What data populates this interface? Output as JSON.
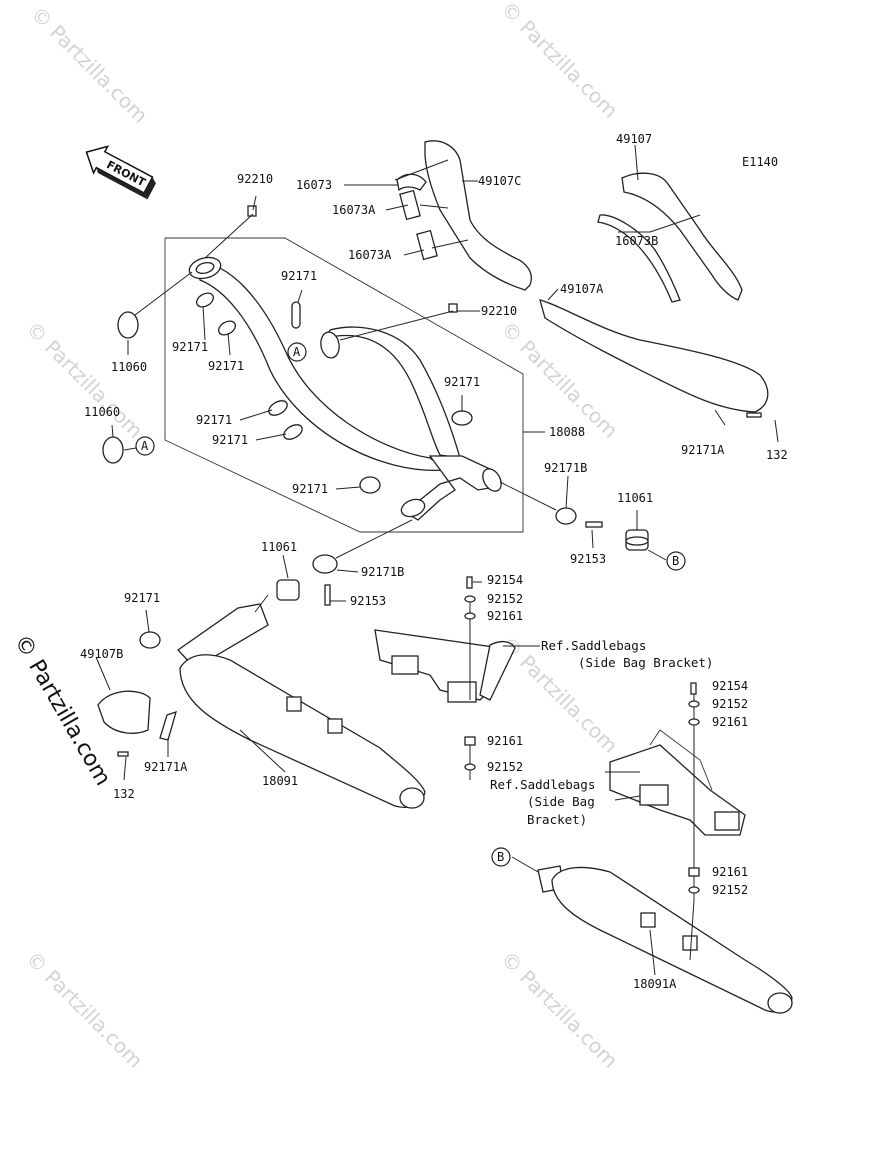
{
  "diagram": {
    "code": "E1140",
    "front_label": "FRONT",
    "watermark_text": "© Partzilla.com",
    "side_watermark": "© Partzilla.com",
    "callouts": {
      "A": "A",
      "B": "B"
    },
    "parts": {
      "p92210_top": "92210",
      "p16073": "16073",
      "p16073A_1": "16073A",
      "p16073A_2": "16073A",
      "p49107C": "49107C",
      "p49107": "49107",
      "p16073B": "16073B",
      "p49107A": "49107A",
      "p92210_mid": "92210",
      "p92171_a": "92171",
      "p92171_b": "92171",
      "p92171_c": "92171",
      "p92171_d": "92171",
      "p92171_e": "92171",
      "p92171_f": "92171",
      "p92171_g": "92171",
      "p92171_h": "92171",
      "p11060_a": "11060",
      "p11060_b": "11060",
      "p18088": "18088",
      "p92171A_a": "92171A",
      "p132_a": "132",
      "p92171B_a": "92171B",
      "p11061_a": "11061",
      "p92153_a": "92153",
      "p11061_b": "11061",
      "p92171B_b": "92171B",
      "p92153_b": "92153",
      "p92154_a": "92154",
      "p92152_a": "92152",
      "p92161_a": "92161",
      "p92161_b": "92161",
      "p92152_b": "92152",
      "p49107B": "49107B",
      "p92171A_b": "92171A",
      "p132_b": "132",
      "p18091": "18091",
      "p92154_b": "92154",
      "p92152_c": "92152",
      "p92161_c": "92161",
      "p92161_d": "92161",
      "p92152_d": "92152",
      "p18091A": "18091A"
    },
    "ref1": {
      "line1": "Ref.Saddlebags",
      "line2": "(Side Bag Bracket)"
    },
    "ref2": {
      "line1": "Ref.Saddlebags",
      "line2": "(Side Bag",
      "line3": "Bracket)"
    }
  }
}
